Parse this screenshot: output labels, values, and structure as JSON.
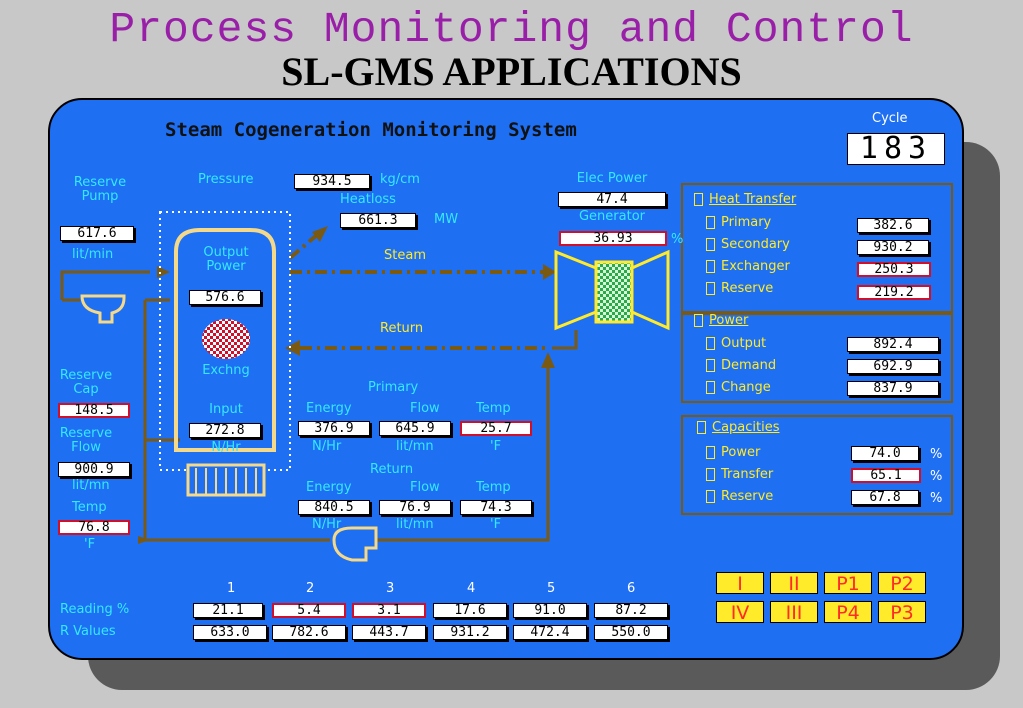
{
  "header": {
    "title": "Process Monitoring and Control",
    "subtitle": "SL-GMS APPLICATIONS"
  },
  "panel": {
    "title": "Steam Cogeneration Monitoring System",
    "cycle": {
      "label": "Cycle",
      "value": "183"
    }
  },
  "pump": {
    "label": "Reserve Pump",
    "value": "617.6",
    "unit": "lit/min"
  },
  "pressure": {
    "label": "Pressure",
    "value": "934.5",
    "unit": "kg/cm"
  },
  "heatloss": {
    "label": "Heatloss",
    "value": "661.3",
    "unit": "MW"
  },
  "steam_label": "Steam",
  "return_label": "Return",
  "tank": {
    "output_label": "Output Power",
    "output_value": "576.6",
    "exchng_label": "Exchng",
    "input_label": "Input",
    "input_value": "272.8",
    "input_unit": "N/Hr"
  },
  "reserve": {
    "cap_label": "Reserve Cap",
    "cap_value": "148.5",
    "flow_label": "Reserve Flow",
    "flow_value": "900.9",
    "flow_unit": "lit/mn",
    "temp_label": "Temp",
    "temp_value": "76.8",
    "temp_unit": "'F"
  },
  "primary": {
    "title": "Primary",
    "energy_label": "Energy",
    "energy_value": "376.9",
    "energy_unit": "N/Hr",
    "flow_label": "Flow",
    "flow_value": "645.9",
    "flow_unit": "lit/mn",
    "temp_label": "Temp",
    "temp_value": "25.7",
    "temp_unit": "'F"
  },
  "return": {
    "title": "Return",
    "energy_label": "Energy",
    "energy_value": "840.5",
    "energy_unit": "N/Hr",
    "flow_label": "Flow",
    "flow_value": "76.9",
    "flow_unit": "lit/mn",
    "temp_label": "Temp",
    "temp_value": "74.3",
    "temp_unit": "'F"
  },
  "generator": {
    "elec_label": "Elec Power",
    "elec_value": "47.4",
    "gen_label": "Generator",
    "gen_value": "36.93",
    "gen_unit": "%"
  },
  "heat_transfer": {
    "title": "Heat Transfer",
    "items": [
      {
        "label": "Primary",
        "value": "382.6"
      },
      {
        "label": "Secondary",
        "value": "930.2"
      },
      {
        "label": "Exchanger",
        "value": "250.3"
      },
      {
        "label": "Reserve",
        "value": "219.2"
      }
    ]
  },
  "power": {
    "title": "Power",
    "items": [
      {
        "label": "Output",
        "value": "892.4"
      },
      {
        "label": "Demand",
        "value": "692.9"
      },
      {
        "label": "Change",
        "value": "837.9"
      }
    ]
  },
  "capacities": {
    "title": "Capacities",
    "items": [
      {
        "label": "Power",
        "value": "74.0",
        "unit": "%"
      },
      {
        "label": "Transfer",
        "value": "65.1",
        "unit": "%"
      },
      {
        "label": "Reserve",
        "value": "67.8",
        "unit": "%"
      }
    ]
  },
  "readings": {
    "columns": [
      "1",
      "2",
      "3",
      "4",
      "5",
      "6"
    ],
    "reading_label": "Reading %",
    "reading_values": [
      "21.1",
      "5.4",
      "3.1",
      "17.6",
      "91.0",
      "87.2"
    ],
    "r_label": "R Values",
    "r_values": [
      "633.0",
      "782.6",
      "443.7",
      "931.2",
      "472.4",
      "550.0"
    ]
  },
  "buttons": [
    "I",
    "II",
    "P1",
    "P2",
    "IV",
    "III",
    "P4",
    "P3"
  ],
  "colors": {
    "background": "#c8c8c8",
    "panel": "#1f6ff2",
    "pipe": "#7a5a12",
    "label": "#33e9ff",
    "alarm": "#d0102a",
    "accent": "#ffeb2a"
  }
}
